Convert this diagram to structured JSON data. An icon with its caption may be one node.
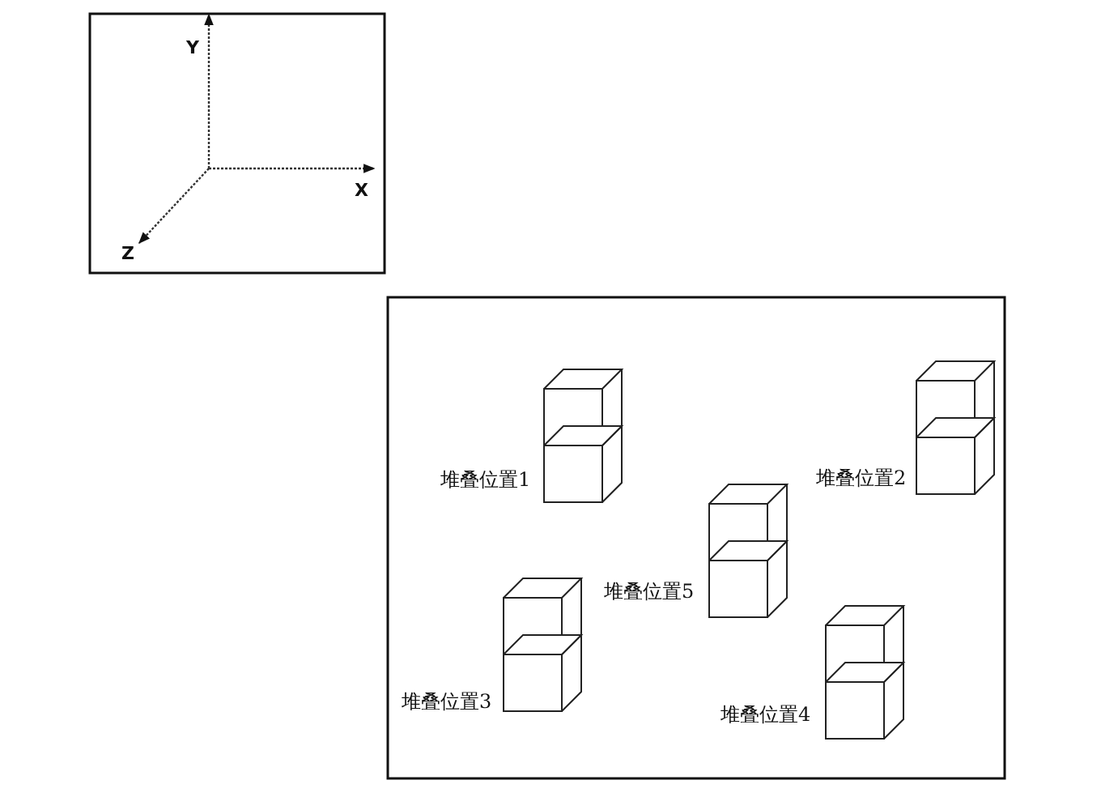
{
  "diagram": {
    "labels": [
      "Y",
      "X",
      "Z",
      "堆叠位置1",
      "堆叠位置2",
      "堆叠位置5",
      "堆叠位置3",
      "堆叠位置4"
    ]
  }
}
